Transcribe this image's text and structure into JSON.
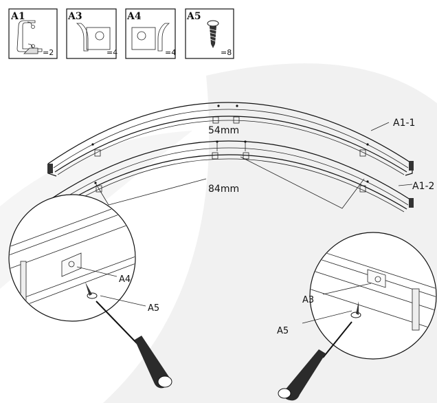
{
  "parts": [
    {
      "code": "A1",
      "qty": "=2",
      "icon": "rail-profile-icon"
    },
    {
      "code": "A3",
      "qty": "=4",
      "icon": "bracket-left-icon"
    },
    {
      "code": "A4",
      "qty": "=4",
      "icon": "bracket-right-icon"
    },
    {
      "code": "A5",
      "qty": "=8",
      "icon": "screw-icon"
    }
  ],
  "rails": {
    "outer_label": "A1-1",
    "inner_label": "A1-2"
  },
  "dimensions": {
    "spacing_small": "54mm",
    "spacing_large": "84mm"
  },
  "details": {
    "left": {
      "bracket": "A4",
      "screw": "A5"
    },
    "right": {
      "bracket": "A3",
      "screw": "A5"
    }
  }
}
